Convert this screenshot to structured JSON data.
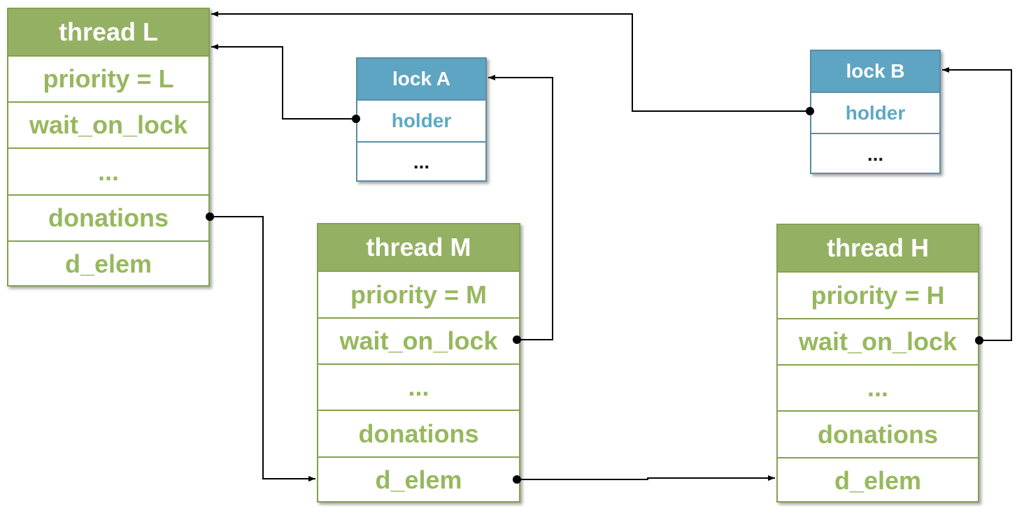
{
  "thread_l": {
    "title": "thread L",
    "priority": "priority = L",
    "wait_on_lock": "wait_on_lock",
    "ellipsis": "...",
    "donations": "donations",
    "d_elem": "d_elem"
  },
  "thread_m": {
    "title": "thread M",
    "priority": "priority = M",
    "wait_on_lock": "wait_on_lock",
    "ellipsis": "...",
    "donations": "donations",
    "d_elem": "d_elem"
  },
  "thread_h": {
    "title": "thread H",
    "priority": "priority = H",
    "wait_on_lock": "wait_on_lock",
    "ellipsis": "...",
    "donations": "donations",
    "d_elem": "d_elem"
  },
  "lock_a": {
    "title": "lock A",
    "holder": "holder",
    "ellipsis": "..."
  },
  "lock_b": {
    "title": "lock B",
    "holder": "holder",
    "ellipsis": "..."
  },
  "colors": {
    "thread_border": "#82a34f",
    "thread_header": "#94b063",
    "thread_text": "#97b85e",
    "lock_border": "#5a8ea6",
    "lock_header": "#5ea5c3",
    "lock_text": "#5ea8c6"
  }
}
